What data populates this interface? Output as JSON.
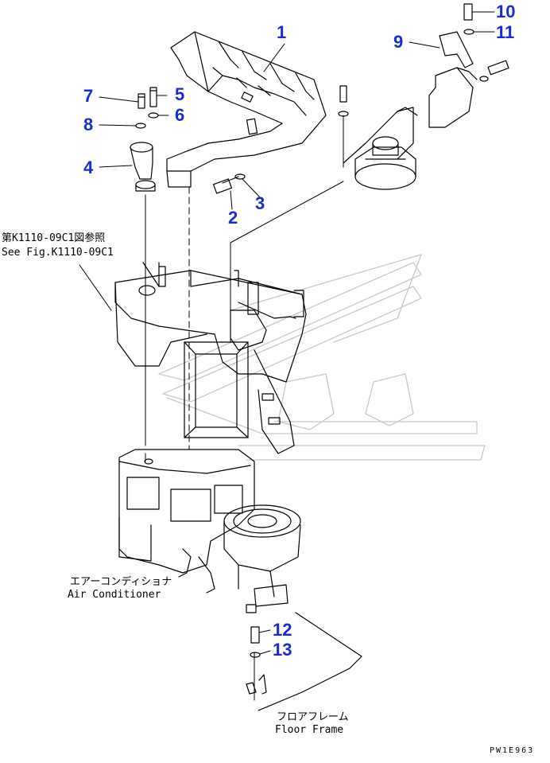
{
  "callouts": [
    "1",
    "2",
    "3",
    "4",
    "5",
    "6",
    "7",
    "8",
    "9",
    "10",
    "11",
    "12",
    "13"
  ],
  "reference_note": {
    "jp": "第K1110-09C1図参照",
    "en": "See Fig.K1110-09C1"
  },
  "air_conditioner": {
    "jp": "エアーコンディショナ",
    "en": "Air Conditioner"
  },
  "floor_frame": {
    "jp": "フロアフレーム",
    "en": "Floor Frame"
  },
  "drawing_code": "PW1E963",
  "colors": {
    "callout": "#1a2bd6",
    "line": "#000000"
  }
}
